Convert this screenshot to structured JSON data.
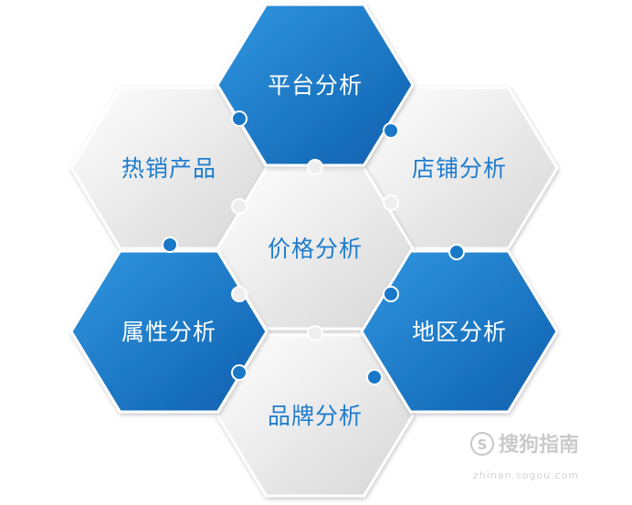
{
  "diagram": {
    "hexagons": [
      {
        "id": "platform",
        "label": "平台分析",
        "style": "blue"
      },
      {
        "id": "hot-products",
        "label": "热销产品",
        "style": "white"
      },
      {
        "id": "store",
        "label": "店铺分析",
        "style": "white"
      },
      {
        "id": "price",
        "label": "价格分析",
        "style": "white"
      },
      {
        "id": "attribute",
        "label": "属性分析",
        "style": "blue"
      },
      {
        "id": "region",
        "label": "地区分析",
        "style": "blue"
      },
      {
        "id": "brand",
        "label": "品牌分析",
        "style": "white"
      }
    ]
  },
  "watermark": {
    "logo_char": "S",
    "name": "搜狗指南",
    "url": "zhinan.sogou.com"
  },
  "colors": {
    "blue_light": "#2b8fdc",
    "blue_dark": "#0f64b4",
    "white_light": "#fbfbfb",
    "white_dark": "#dcdcdc",
    "text_blue": "#1d7ccd",
    "text_white": "#ffffff"
  }
}
